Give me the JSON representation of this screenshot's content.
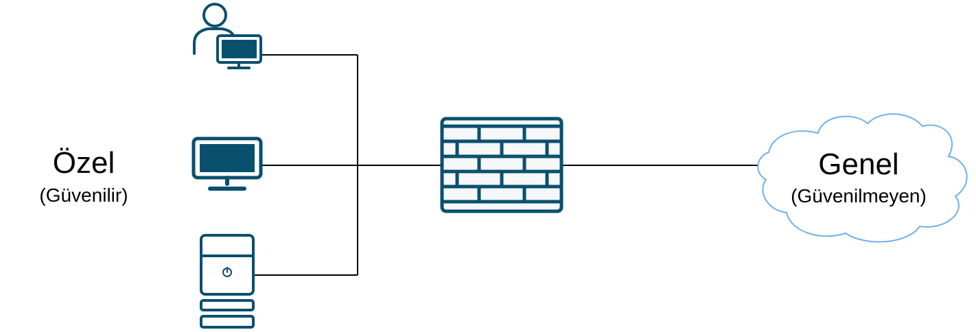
{
  "private_zone": {
    "title": "Özel",
    "subtitle": "(Güvenilir)"
  },
  "public_zone": {
    "title": "Genel",
    "subtitle": "(Güvenilmeyen)"
  },
  "nodes": {
    "user_workstation": "user-workstation-icon",
    "desktop_monitor": "monitor-icon",
    "server_tower": "server-icon",
    "firewall": "firewall-icon",
    "internet_cloud": "cloud-icon"
  },
  "colors": {
    "device": "#09506e",
    "cloud_stroke": "#6fb0ec",
    "link": "#000000",
    "firewall_fill": "#f6f7f8"
  }
}
